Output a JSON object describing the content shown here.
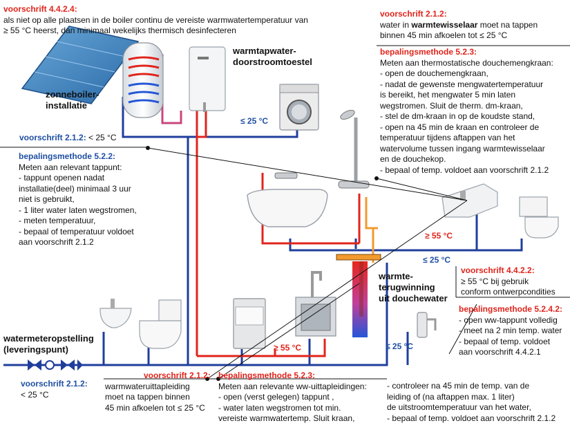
{
  "colors": {
    "hot": "#e0241b",
    "cold": "#1f3e9c",
    "mixed": "#f39a2e",
    "solar": "#c8477d",
    "accent_red": "#e0241b",
    "accent_blue": "#1f4fa3"
  },
  "labels": {
    "solar": [
      "zonneboiler-",
      "installatie"
    ],
    "heater": [
      "warmtapwater-",
      "doorstroomtoestel"
    ],
    "recovery": [
      "warmte-",
      "terugwinning",
      "uit douchewater"
    ],
    "meter": [
      "watermeteropstelling",
      "(leveringspunt)"
    ]
  },
  "pipe_temps": {
    "t_washer": "≤ 25 °C",
    "t_hot_bath": "≥ 55 °C",
    "t_cold_mid": "≤ 25 °C",
    "t_hot_bottom": "≥ 55 °C",
    "t_cold_bottom": "≤ 25 °C"
  },
  "box_boiler": {
    "title": "voorschrift 4.4.2.4:",
    "lines": [
      "als niet op alle plaatsen in de boiler continu de vereiste warmwatertemperatuur van",
      "≥ 55 °C heerst, dan minimaal wekelijks thermisch desinfecteren"
    ]
  },
  "box_212_top": {
    "title": "voorschrift 2.1.2:",
    "line1_prefix": "water in ",
    "line1_bold": "warmtewisselaar",
    "line1_suffix": " moet na tappen",
    "line2": "binnen 45 min afkoelen tot  ≤ 25 °C"
  },
  "box_523_shower": {
    "title": "bepalingsmethode 5.2.3:",
    "lines": [
      "Meten aan thermostatische  douchemengkraan:",
      "- open  de douchemengkraan,",
      "- nadat de gewenste mengwatertemperatuur",
      "   is  bereikt,  het  mengwater  5 min laten",
      "   wegstromen. Sluit de  therm. dm-kraan,",
      "- stel de dm-kraan in op de koudste stand,",
      "- open na 45 min de kraan en controleer de",
      "   temperatuur tijdens  aftappen van het",
      "   watervolume tussen ingang  warmtewisselaar",
      "   en de douchekop.",
      "- bepaal of temp. voldoet aan voorschrift 2.1.2"
    ]
  },
  "box_212_left": {
    "title": "voorschrift 2.1.2:",
    "value": "  < 25 °C"
  },
  "box_522": {
    "title": "bepalingsmethode 5.2.2:",
    "lines": [
      "Meten aan relevant  tappunt:",
      "- tappunt  openen nadat",
      "  installatie(deel) minimaal 3 uur",
      "  niet is gebruikt,",
      "- 1 liter water laten wegstromen,",
      "- meten temperatuur,",
      "- bepaal of temperatuur voldoet",
      "  aan voorschrift 2.1.2"
    ]
  },
  "box_4422": {
    "title": "voorschrift  4.4.2.2:",
    "lines": [
      "≥ 55 °C bij gebruik",
      "conform ontwerpcondities"
    ]
  },
  "box_5242": {
    "title": "bepalingsmethode 5.2.4.2:",
    "lines": [
      "- open  ww-tappunt  volledig",
      "- meet na 2 min temp. water",
      "- bepaal of temp.  voldoet",
      "  aan voorschrift  4.4.2.1"
    ]
  },
  "box_212_bottom_left": {
    "title": "voorschrift 2.1.2:",
    "value": "< 25 °C"
  },
  "box_212_bottom": {
    "title": "voorschrift 2.1.2:",
    "lines": [
      "warmwateruittapleiding",
      "moet na tappen binnen",
      "45 min afkoelen tot  ≤ 25 °C"
    ]
  },
  "box_523_bottom": {
    "title": "bepalingsmethode 5.2.3:",
    "lines": [
      "Meten aan relevante ww-uittapleidingen:",
      "- open (verst gelegen) tappunt ,",
      "- water laten wegstromen tot min.",
      "  vereiste  warmwatertemp. Sluit kraan,"
    ]
  },
  "box_523_bottom_cont": {
    "lines": [
      "- controleer na 45 min de temp.  van de",
      "  leiding  of (na aftappen max. 1 liter)",
      "  de uitstroomtemperatuur van het water,",
      "- bepaal of temp. voldoet aan voorschrift 2.1.2"
    ]
  },
  "icons": [
    "solar-collector-icon",
    "boiler-tank-icon",
    "combi-heater-icon",
    "washing-machine-icon",
    "shower-head-icon",
    "bathtub-icon",
    "washbasin-icon",
    "toilet-icon",
    "heat-exchanger-icon",
    "dishwasher-icon",
    "kitchen-sink-icon",
    "tap-point-icon",
    "water-meter-icon"
  ]
}
